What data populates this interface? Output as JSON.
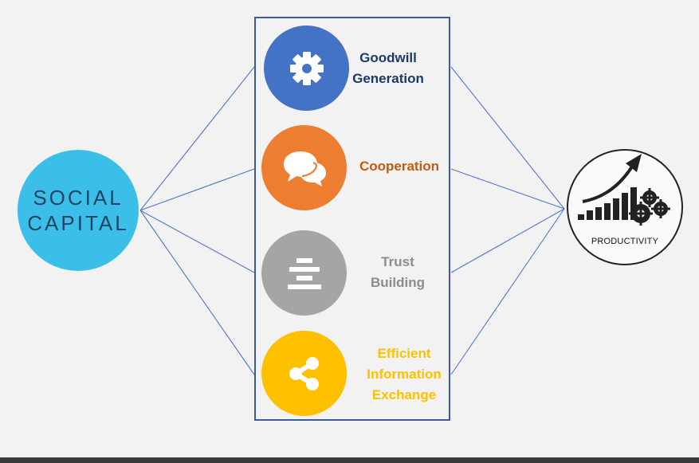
{
  "source": {
    "label_line1": "SOCIAL",
    "label_line2": "CAPITAL",
    "color": "#3bbfe8"
  },
  "target": {
    "label": "PRODUCTIVITY",
    "icon": "productivity-growth-chart-icon"
  },
  "items": [
    {
      "label": "Goodwill\nGeneration",
      "icon": "gear-icon",
      "color": "#4472c4",
      "label_color": "#1f3864"
    },
    {
      "label": "Cooperation",
      "icon": "chat-bubbles-icon",
      "color": "#ed7d31",
      "label_color": "#c55a11"
    },
    {
      "label": "Trust\nBuilding",
      "icon": "stacked-bars-icon",
      "color": "#a5a5a5",
      "label_color": "#8c8c8c"
    },
    {
      "label": "Efficient\nInformation\nExchange",
      "icon": "share-icon",
      "color": "#ffc000",
      "label_color": "#ffc000"
    }
  ],
  "line_color": "#4f77c8"
}
